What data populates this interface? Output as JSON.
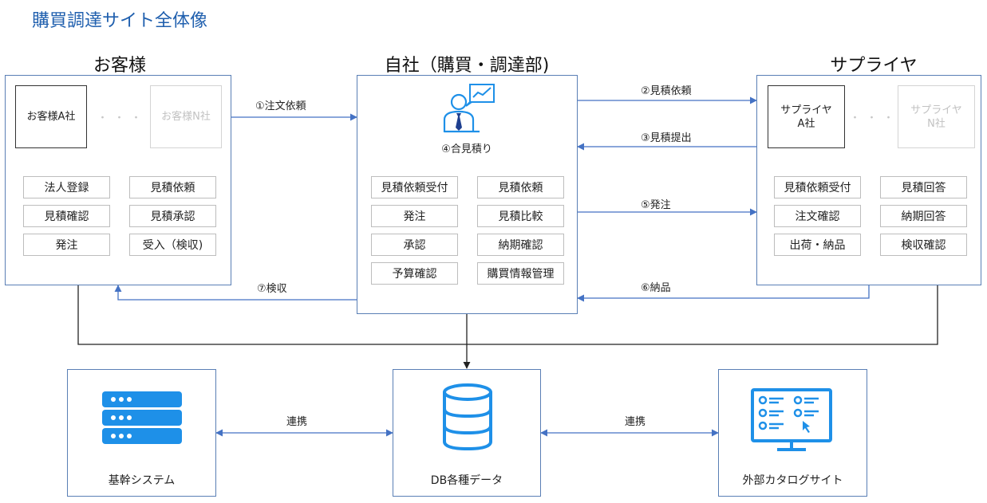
{
  "title": "購買調達サイト全体像",
  "customer": {
    "title": "お客様",
    "company_a": "お客様A社",
    "company_n": "お客様N社",
    "ellipsis": "・・・",
    "features": [
      "法人登録",
      "見積依頼",
      "見積確認",
      "見積承認",
      "発注",
      "受入（検収)"
    ]
  },
  "self": {
    "title": "自社（購買・調達部)",
    "icon_label": "④合見積り",
    "features": [
      "見積依頼受付",
      "見積依頼",
      "発注",
      "見積比較",
      "承認",
      "納期確認",
      "予算確認",
      "購買情報管理"
    ]
  },
  "supplier": {
    "title": "サプライヤ",
    "company_a": "サプライヤ\nA社",
    "company_n": "サプライヤ\nN社",
    "ellipsis": "・・・",
    "features": [
      "見積依頼受付",
      "見積回答",
      "注文確認",
      "納期回答",
      "出荷・納品",
      "検収確認"
    ]
  },
  "flows": {
    "order_request": "①注文依頼",
    "quote_request": "②見積依頼",
    "quote_submit": "③見積提出",
    "purchase_order": "⑤発注",
    "delivery": "⑥納品",
    "inspection": "⑦検収"
  },
  "systems": {
    "core": "基幹システム",
    "db": "DB各種データ",
    "catalog": "外部カタログサイト",
    "link_left": "連携",
    "link_right": "連携"
  },
  "colors": {
    "accent": "#1f5fae",
    "icon": "#1e90e8",
    "line": "#4472c4"
  }
}
